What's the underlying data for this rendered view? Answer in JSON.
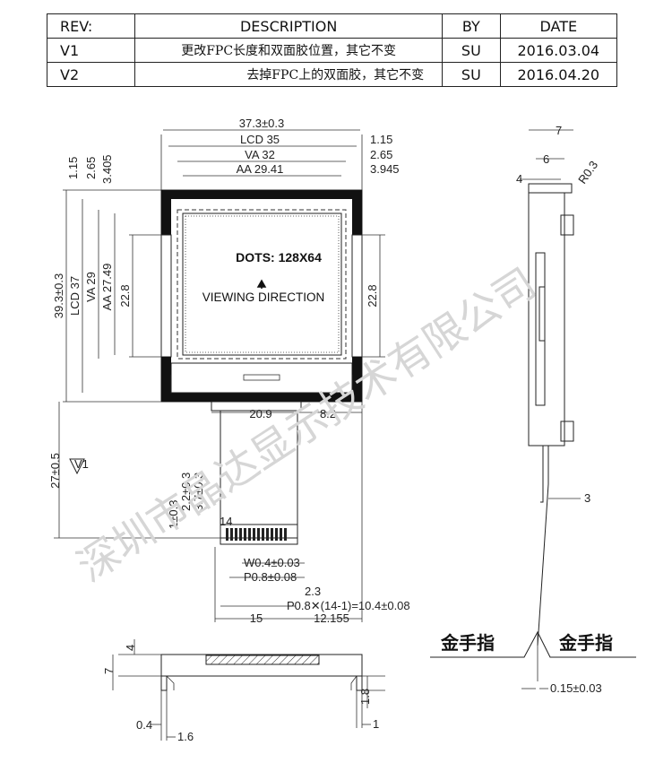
{
  "revision_table": {
    "headers": [
      "REV:",
      "DESCRIPTION",
      "BY",
      "DATE"
    ],
    "rows": [
      {
        "rev": "V1",
        "description": "更改FPC长度和双面胶位置，其它不变",
        "by": "SU",
        "date": "2016.03.04"
      },
      {
        "rev": "V2",
        "description": "去掉FPC上的双面胶，其它不变",
        "by": "SU",
        "date": "2016.04.20"
      }
    ]
  },
  "front_view": {
    "dots": "DOTS:  128X64",
    "viewing_direction": "VIEWING DIRECTION",
    "top_dims": {
      "outline": "37.3±0.3",
      "lcd": "LCD 35",
      "lcd_offset": "1.15",
      "va": "VA 32",
      "va_offset": "2.65",
      "aa": "AA 29.41",
      "aa_offset": "3.945"
    },
    "left_dims": {
      "d1": "1.15",
      "d2": "2.65",
      "d3": "3.405",
      "outline": "39.3±0.3",
      "lcd": "LCD 37",
      "va": "VA 29",
      "aa": "AA 27.49",
      "aa_h": "22.8",
      "fpc_length": "27±0.5",
      "rev_mark": "V1"
    },
    "right_dims": {
      "h": "22.8"
    },
    "bottom_dims": {
      "w1": "20.9",
      "w2": "8.2"
    },
    "fpc_dims": {
      "d1": "2.2±0.3",
      "d2": "3.7±0.3",
      "d3": "1±0.3",
      "pin_label": "14",
      "pin_width": "W0.4±0.03",
      "pin_pitch": "P0.8±0.08",
      "edge": "2.3",
      "pitch_total": "P0.8✕(14-1)=10.4±0.08",
      "left_w": "15",
      "right_w": "12.155"
    }
  },
  "side_view": {
    "t1": "7",
    "t2": "6",
    "t3": "4",
    "radius": "R0.3",
    "fpc_bend": "3",
    "gold_finger_left": "金手指",
    "gold_finger_right": "金手指",
    "fpc_thickness": "0.15±0.03"
  },
  "bottom_view": {
    "h1": "4",
    "h2": "7",
    "h3": "1.8",
    "w1": "0.4",
    "w2": "1.6",
    "w3": "1"
  },
  "watermark": "深圳市晶达显示技术有限公司"
}
